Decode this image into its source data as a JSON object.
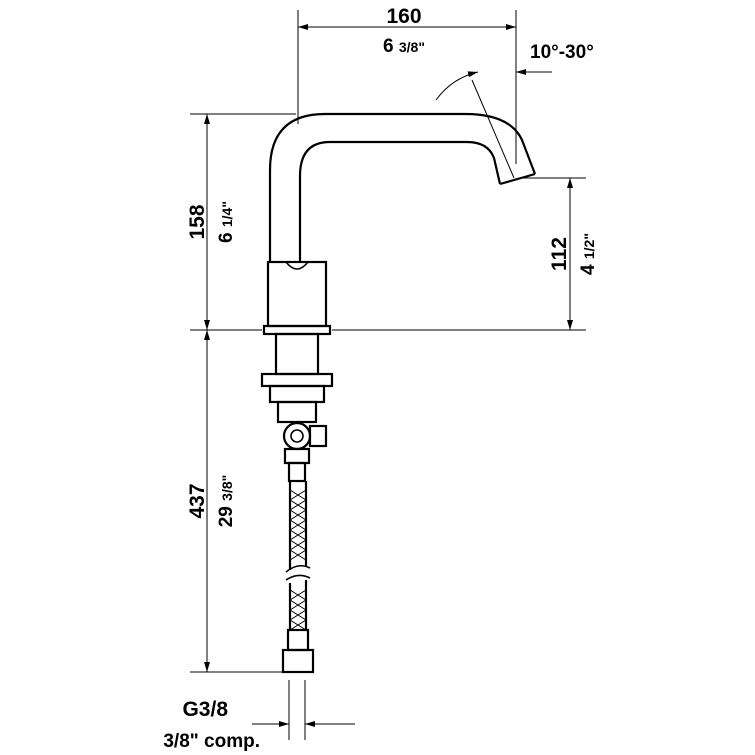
{
  "drawing": {
    "colors": {
      "ink": "#000000",
      "paper": "#ffffff"
    },
    "dims": {
      "width": {
        "mm": "160",
        "inch_whole": "6",
        "inch_frac": "3/8\""
      },
      "angle": {
        "label": "10°-30°"
      },
      "height_spout": {
        "mm": "158",
        "inch_whole": "6",
        "inch_frac": "1/4\""
      },
      "outlet_height": {
        "mm": "112",
        "inch_whole": "4",
        "inch_frac": "1/2\""
      },
      "hose_length": {
        "mm": "437",
        "inch_whole": "29",
        "inch_frac": "3/8\""
      },
      "connection": {
        "thread": "G3/8",
        "note": "3/8\" comp."
      }
    }
  }
}
